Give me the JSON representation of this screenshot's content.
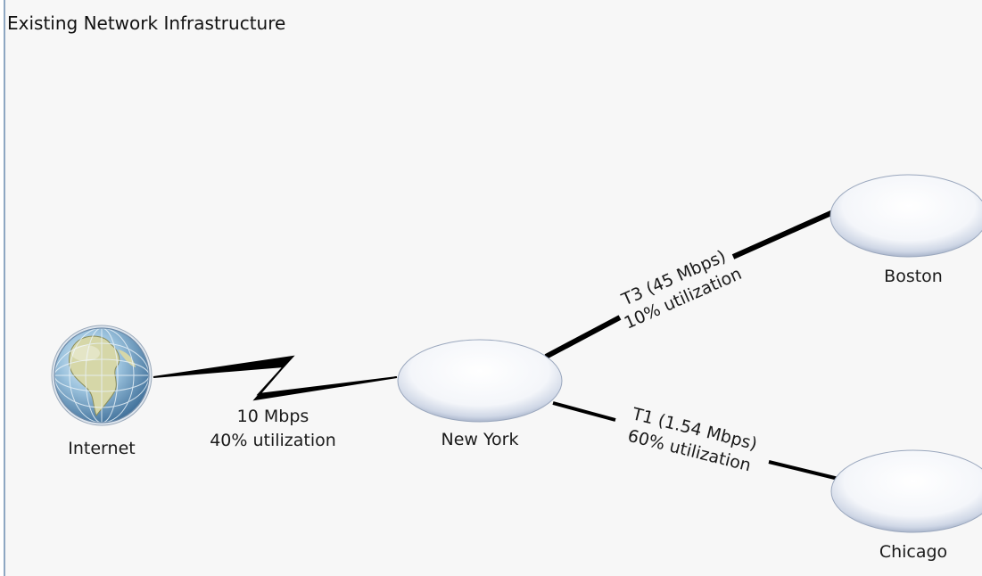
{
  "title": "Existing Network Infrastructure",
  "nodes": {
    "internet": "Internet",
    "new_york": "New York",
    "boston": "Boston",
    "chicago": "Chicago"
  },
  "links": {
    "internet_newyork": {
      "speed": "10 Mbps",
      "utilization": "40% utilization"
    },
    "newyork_boston": {
      "speed": "T3 (45 Mbps)",
      "utilization": "10% utilization"
    },
    "newyork_chicago": {
      "speed": "T1 (1.54 Mbps)",
      "utilization": "60% utilization"
    }
  },
  "colors": {
    "background": "#f7f7f7",
    "node_fill": "#ffffff",
    "node_shade": "#b9c4d8",
    "link": "#000000"
  },
  "icons": {
    "internet": "globe-icon"
  }
}
